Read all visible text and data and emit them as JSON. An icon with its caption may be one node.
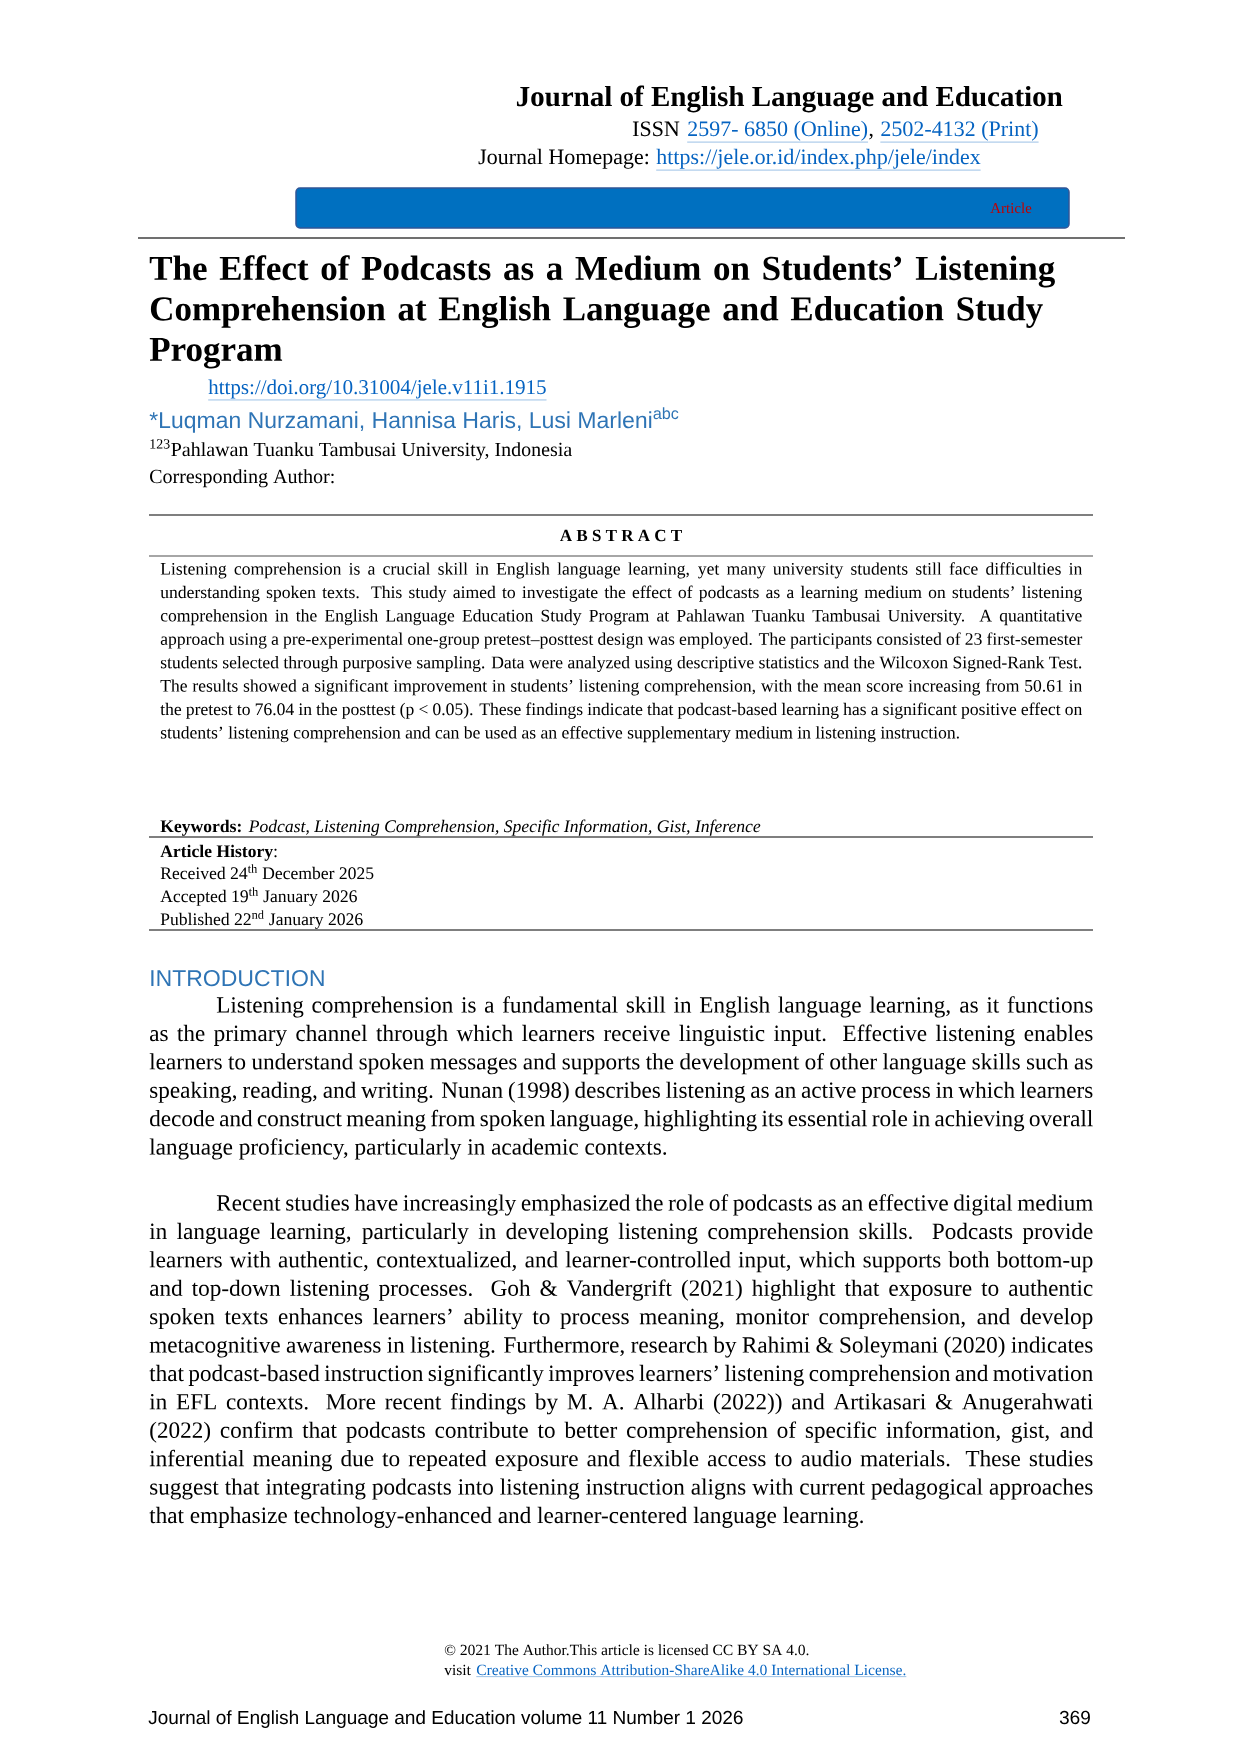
{
  "diagram": {
    "title": "The Effect of Podcasts as a Medium on Students’ Listening Comprehension at English Language and Education Study Program",
    "labels": [
      "Journal of English Language and Education",
      "ISSN",
      "2597- 6850 (Online)",
      ",",
      "2502-4132 (Print)",
      "Journal Homepage:",
      "https://jele.or.id/index.php/jele/index",
      "Article",
      "https://doi.org/10.31004/jele.v11i1.1915",
      "*Luqman Nurzamani, Hannisa Haris, Lusi Marleni$^{abc}$",
      "$^{123}$Pahlawan Tuanku Tambusai University, Indonesia",
      "Corresponding Author:",
      "A B S T R A C T",
      "Listening comprehension is a crucial skill in English language learning, yet many university students still face difficulties in understanding spoken texts. This study aimed to investigate the effect of podcasts as a learning medium on students’ listening comprehension in the English Language Education Study Program at Pahlawan Tuanku Tambusai University. A quantitative approach using a pre-experimental one-group pretest–posttest design was employed. The participants consisted of 23 first-semester students selected through purposive sampling. Data were analyzed using descriptive statistics and the Wilcoxon Signed-Rank Test. The results showed a significant improvement in students’ listening comprehension, with the mean score increasing from 50.61 in the pretest to 76.04 in the posttest (p < 0.05). These findings indicate that podcast-based learning has a significant positive effect on students’ listening comprehension and can be used as an effective supplementary medium in listening instruction.",
      "Keywords:",
      "Podcast, Listening Comprehension, Specific Information, Gist, Inference",
      "**Article History**:",
      "Received 24$^{th}$ December 2025",
      "Accepted 19$^{th}$ January 2026",
      "Published 22$^{nd}$ January 2026",
      "INTRODUCTION",
      "Listening comprehension is a fundamental skill in English language learning, as it functions as the primary channel through which learners receive linguistic input. Effective listening enables learners to understand spoken messages and supports the development of other language skills such as speaking, reading, and writing. Nunan (1998) describes listening as an active process in which learners decode and construct meaning from spoken language, highlighting its essential role in achieving overall language proficiency, particularly in academic contexts.",
      "Recent studies have increasingly emphasized the role of podcasts as an effective digital medium in language learning, particularly in developing listening comprehension skills. Podcasts provide learners with authentic, contextualized, and learner-controlled input, which supports both bottom-up and top-down listening processes. Goh & Vandergrift (2021) highlight that exposure to authentic spoken texts enhances learners’ ability to process meaning, monitor comprehension, and develop metacognitive awareness in listening. Furthermore, research by Rahimi & Soleymani (2020) indicates that podcast-based instruction significantly improves learners’ listening comprehension and motivation in EFL contexts. More recent findings by M. A. Alharbi (2022)) and Artikasari & Anugerahwati (2022) confirm that podcasts contribute to better comprehension of specific information, gist, and inferential meaning due to repeated exposure and flexible access to audio materials. These studies suggest that integrating podcasts into listening instruction aligns with current pedagogical approaches that emphasize technology-enhanced and learner-centered language learning.",
      "© 2021 The Author.This article is licensed CC BY SA 4.0.",
      "visit",
      "Creative Commons Attribution-ShareAlike 4.0 International License.",
      "Journal of English Language and Education volume 11 Number 1 2026",
      "369"
    ]
  }
}
